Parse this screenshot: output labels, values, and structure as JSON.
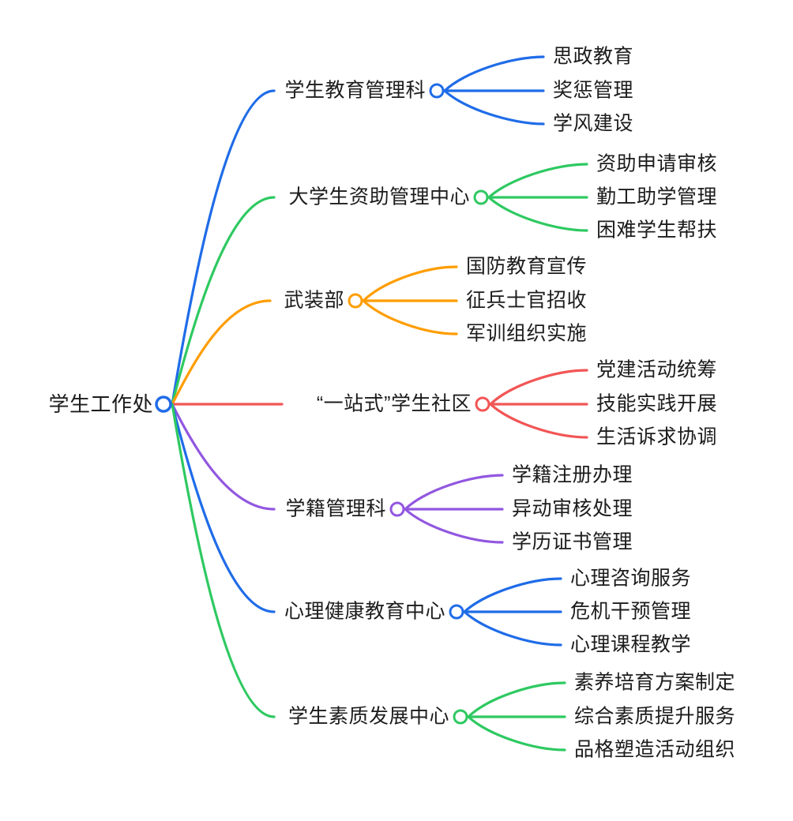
{
  "diagram": {
    "type": "mindmap",
    "root": {
      "label": "学生工作处",
      "color": "#1f6ce8"
    },
    "branches": [
      {
        "label": "学生教育管理科",
        "color": "#1f6ce8",
        "children": [
          "思政教育",
          "奖惩管理",
          "学风建设"
        ]
      },
      {
        "label": "大学生资助管理中心",
        "color": "#2ec961",
        "children": [
          "资助申请审核",
          "勤工助学管理",
          "困难学生帮扶"
        ]
      },
      {
        "label": "武装部",
        "color": "#ff9d00",
        "children": [
          "国防教育宣传",
          "征兵士官招收",
          "军训组织实施"
        ]
      },
      {
        "label": "“一站式”学生社区",
        "color": "#f25555",
        "children": [
          "党建活动统筹",
          "技能实践开展",
          "生活诉求协调"
        ]
      },
      {
        "label": "学籍管理科",
        "color": "#9257e0",
        "children": [
          "学籍注册办理",
          "异动审核处理",
          "学历证书管理"
        ]
      },
      {
        "label": "心理健康教育中心",
        "color": "#1f6ce8",
        "children": [
          "心理咨询服务",
          "危机干预管理",
          "心理课程教学"
        ]
      },
      {
        "label": "学生素质发展中心",
        "color": "#2ec961",
        "children": [
          "素养培育方案制定",
          "综合素质提升服务",
          "品格塑造活动组织"
        ]
      }
    ]
  }
}
